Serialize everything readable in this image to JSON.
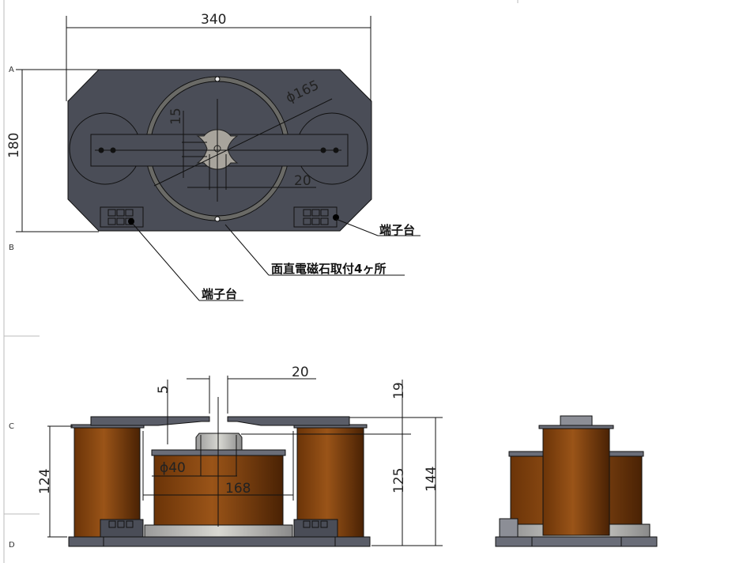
{
  "zones": [
    "A",
    "B",
    "C",
    "D"
  ],
  "top_view": {
    "dims": {
      "width": "340",
      "height": "180",
      "ring_dia": "ϕ165",
      "slot": "15",
      "gap": "20"
    },
    "labels": {
      "terminal_right": "端子台",
      "magnet_mount": "面直電磁石取付4ヶ所",
      "terminal_left": "端子台"
    }
  },
  "front_view": {
    "dims": {
      "gap_top": "20",
      "plate_gap": "5",
      "coil_h": "124",
      "core_dia": "ϕ40",
      "pitch": "168",
      "plate_t": "19",
      "center_h": "125",
      "total_h": "144"
    }
  },
  "colors": {
    "plate": "#4a4d57",
    "coil": "#7a3f10",
    "steel": "#8c8e96"
  }
}
